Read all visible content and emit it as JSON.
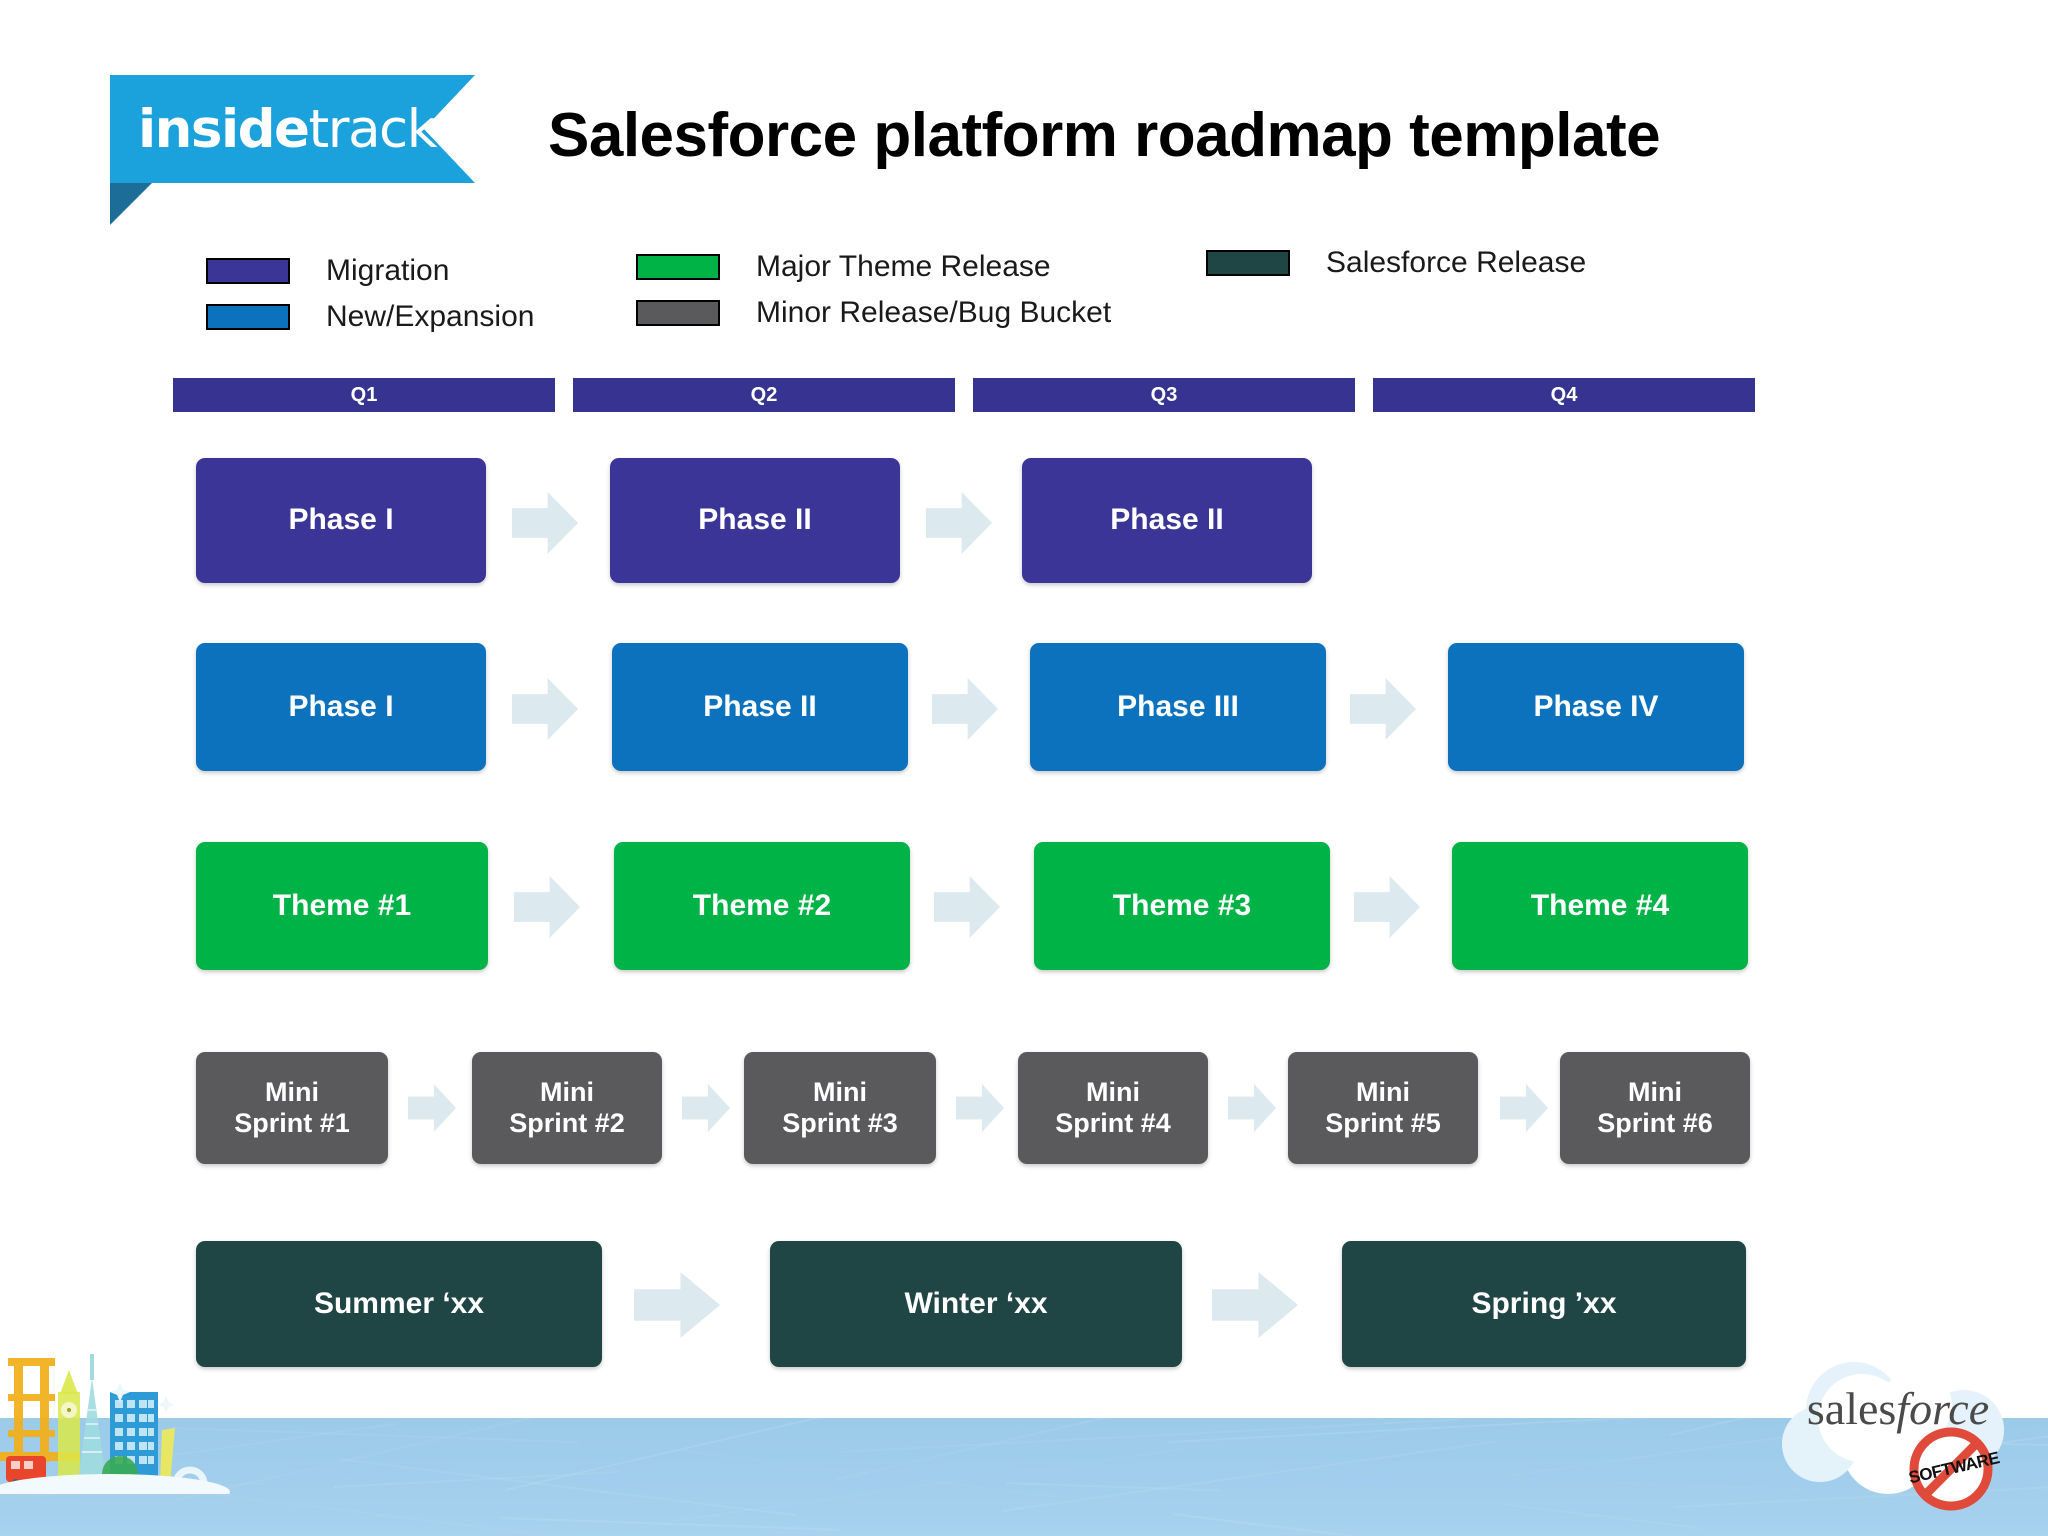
{
  "logo": {
    "bold_part": "inside",
    "light_part": "track"
  },
  "title": "Salesforce platform roadmap template",
  "legend": {
    "columns": [
      {
        "items": [
          {
            "label": "Migration",
            "color": "#3b3598"
          },
          {
            "label": "New/Expansion",
            "color": "#0d72bd"
          }
        ]
      },
      {
        "items": [
          {
            "label": "Major Theme Release",
            "color": "#00b347"
          },
          {
            "label": "Minor Release/Bug Bucket",
            "color": "#5a5a5c"
          }
        ]
      },
      {
        "items": [
          {
            "label": "Salesforce Release",
            "color": "#1f4645"
          }
        ]
      }
    ]
  },
  "quarters": [
    {
      "label": "Q1",
      "color": "#363490"
    },
    {
      "label": "Q2",
      "color": "#363490"
    },
    {
      "label": "Q3",
      "color": "#363490"
    },
    {
      "label": "Q4",
      "color": "#363490"
    }
  ],
  "rows": [
    {
      "name": "migration",
      "color": "#3b3598",
      "boxes": [
        {
          "label": "Phase I"
        },
        {
          "label": "Phase II"
        },
        {
          "label": "Phase II"
        }
      ]
    },
    {
      "name": "new-expansion",
      "color": "#0d72bd",
      "boxes": [
        {
          "label": "Phase I"
        },
        {
          "label": "Phase II"
        },
        {
          "label": "Phase III"
        },
        {
          "label": "Phase IV"
        }
      ]
    },
    {
      "name": "major-theme-release",
      "color": "#00b347",
      "boxes": [
        {
          "label": "Theme #1"
        },
        {
          "label": "Theme #2"
        },
        {
          "label": "Theme #3"
        },
        {
          "label": "Theme #4"
        }
      ]
    },
    {
      "name": "minor-release-bug-bucket",
      "color": "#5a5a5c",
      "boxes": [
        {
          "line1": "Mini",
          "line2": "Sprint #1"
        },
        {
          "line1": "Mini",
          "line2": "Sprint #2"
        },
        {
          "line1": "Mini",
          "line2": "Sprint #3"
        },
        {
          "line1": "Mini",
          "line2": "Sprint #4"
        },
        {
          "line1": "Mini",
          "line2": "Sprint #5"
        },
        {
          "line1": "Mini",
          "line2": "Sprint #6"
        }
      ]
    },
    {
      "name": "salesforce-release",
      "color": "#1f4645",
      "boxes": [
        {
          "label": "Summer ‘xx"
        },
        {
          "label": "Winter ‘xx"
        },
        {
          "label": "Spring ’xx"
        }
      ]
    }
  ],
  "footer": {
    "salesforce_logo_text_a": "sales",
    "salesforce_logo_text_b": "force",
    "no_software_text": "SOFTWARE"
  },
  "colors": {
    "arrow": "#dce9ef",
    "quarter_bar": "#363490",
    "background": "#ffffff",
    "water": "#9ccbea",
    "logo_banner": "#1ba1db",
    "logo_tab": "#1c6e99"
  }
}
